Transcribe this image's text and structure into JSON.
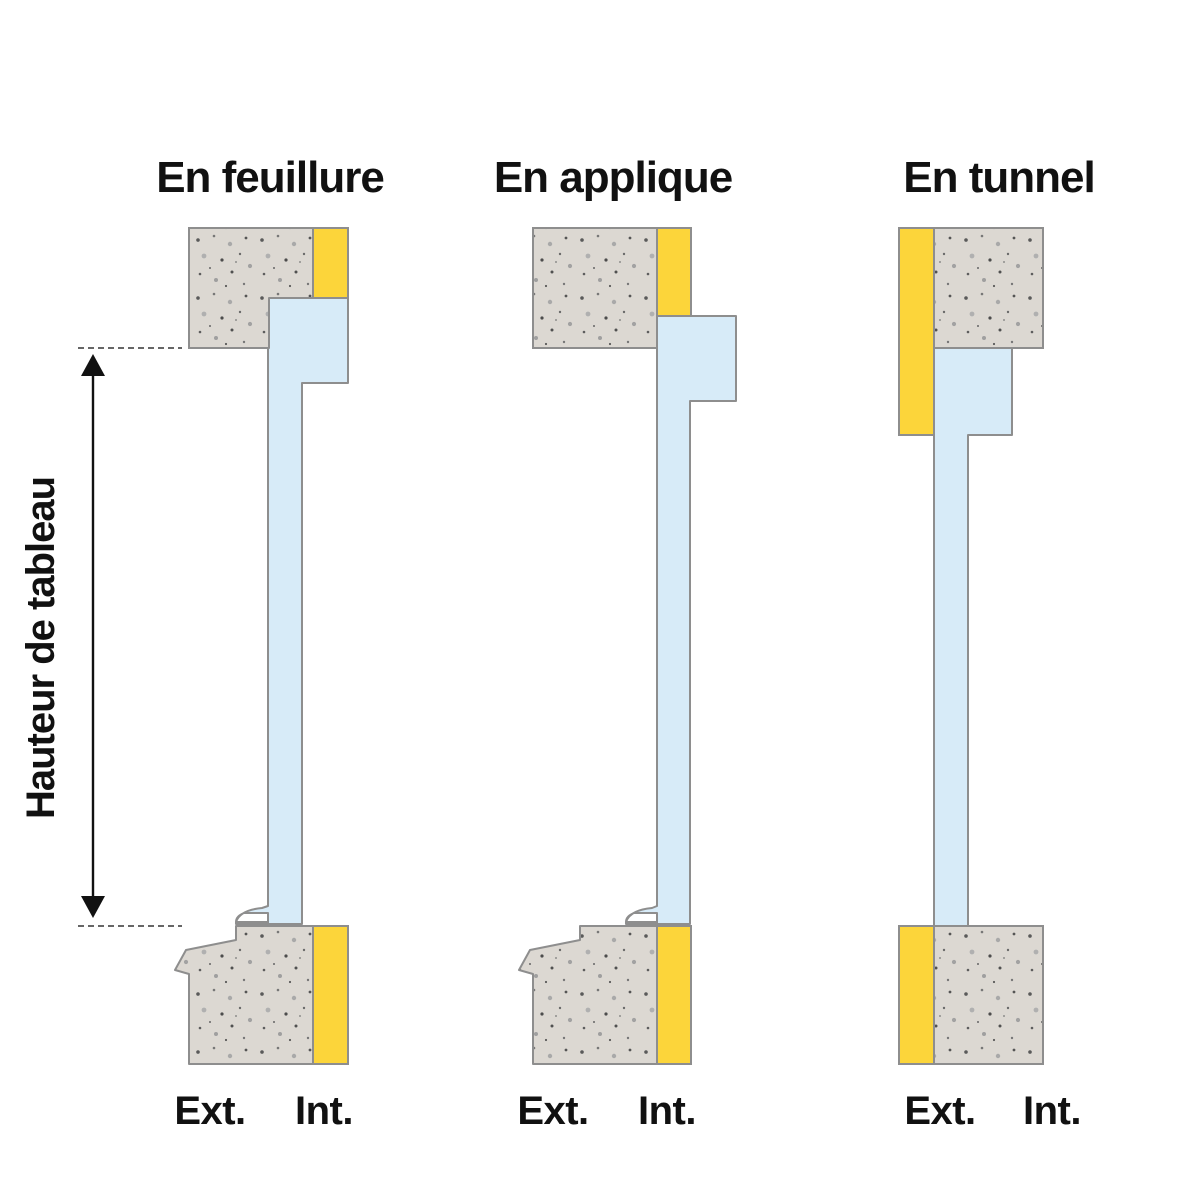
{
  "diagram": {
    "dimension_label": "Hauteur de tableau",
    "panels": [
      {
        "title": "En feuillure",
        "ext_label": "Ext.",
        "int_label": "Int."
      },
      {
        "title": "En applique",
        "ext_label": "Ext.",
        "int_label": "Int."
      },
      {
        "title": "En tunnel",
        "ext_label": "Ext.",
        "int_label": "Int."
      }
    ]
  },
  "colors": {
    "concrete": "#dcd8d2",
    "insulation": "#fcd53a",
    "frame": "#d7ebf8",
    "outline": "#8e8e8e",
    "text": "#111111"
  }
}
